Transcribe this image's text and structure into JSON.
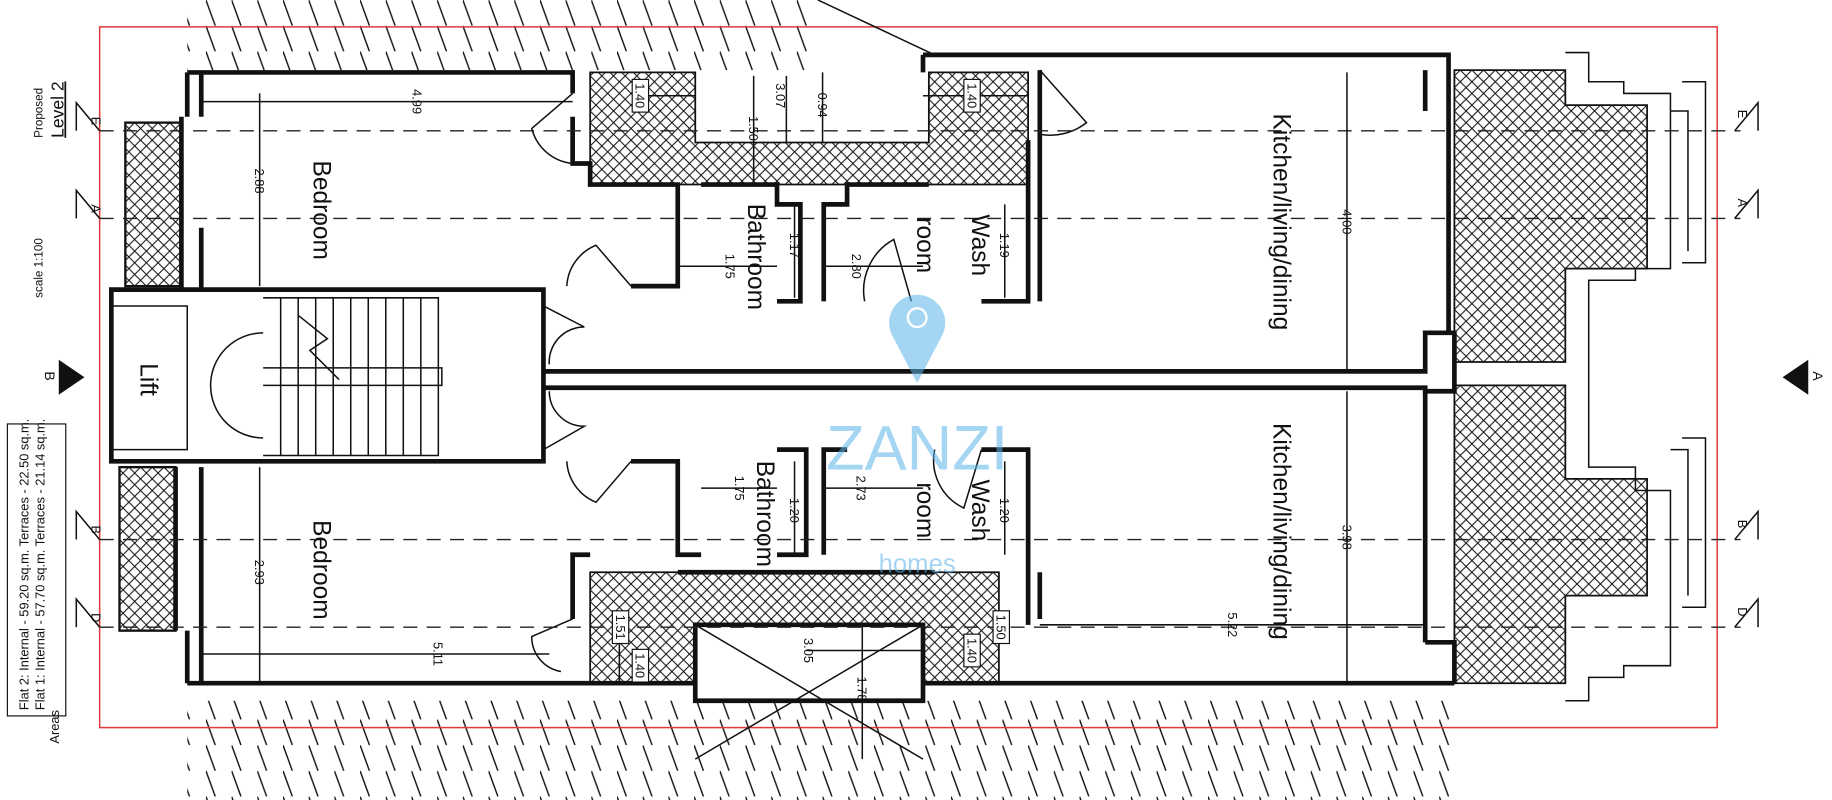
{
  "title": {
    "level": "Level 2",
    "status": "Proposed",
    "scale": "scale 1:100"
  },
  "areas": {
    "heading": "Areas",
    "flat1": "Flat 1: Internal - 57.70 sq.m. Terraces - 21.14 sq.m.",
    "flat2": "Flat 2: Internal - 59.20 sq.m. Terraces - 22.50 sq.m."
  },
  "section_markers": {
    "e": "E",
    "a": "A",
    "b": "B",
    "d": "D",
    "arrow_left": "B",
    "arrow_right": "A"
  },
  "rooms": {
    "bedroom1": "Bedroom",
    "bedroom2": "Bedroom",
    "bathroom1": "Bathroom",
    "bathroom2": "Bathroom",
    "wash": "Wash",
    "room": "room",
    "kitchen1": "Kitchen/living/dining",
    "kitchen2": "Kitchen/living/dining",
    "lift": "Lift"
  },
  "dimensions": {
    "d4_99": "4.99",
    "d2_88": "2.88",
    "d3_07": "3.07",
    "d0_94": "0.94",
    "d1_50a": "1.50",
    "d1_40a": "1.40",
    "d1_40b": "1.40",
    "d1_17": "1.17",
    "d1_75a": "1.75",
    "d2_80": "2.80",
    "d1_19": "1.19",
    "d4_00": "4.00",
    "d2_93": "2.93",
    "d5_11": "5.11",
    "d1_51": "1.51",
    "d1_40c": "1.40",
    "d3_05": "3.05",
    "d1_78": "1.78",
    "d1_50b": "1.50",
    "d1_40d": "1.40",
    "d5_22": "5.22",
    "d3_98": "3.98",
    "d1_20a": "1.20",
    "d1_75b": "1.75",
    "d2_73": "2.73",
    "d1_20b": "1.20"
  },
  "watermark": {
    "brand": "ZANZI",
    "sub": "homes"
  },
  "colors": {
    "frame": "#e03a3a",
    "watermark": "#5bb4e8",
    "ink": "#111111"
  }
}
